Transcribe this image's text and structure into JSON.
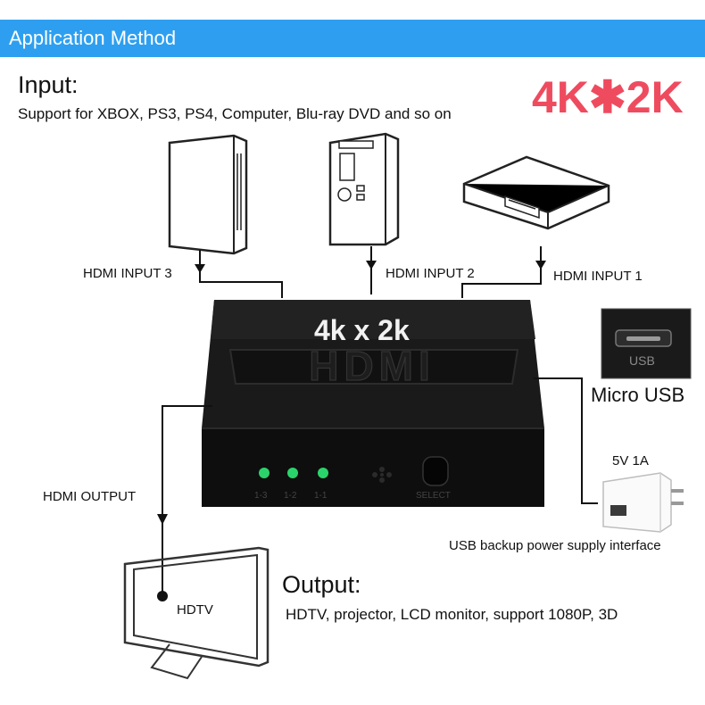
{
  "header": {
    "title": "Application Method"
  },
  "input": {
    "heading": "Input:",
    "description": "Support for XBOX, PS3, PS4, Computer, Blu-ray DVD and so on",
    "ports": [
      "HDMI INPUT 3",
      "HDMI INPUT 2",
      "HDMI INPUT 1"
    ]
  },
  "badge": "4K\u00002K",
  "badge_text": "4K✱2K",
  "device": {
    "top_label": "4k x 2k",
    "logo": "HDMI",
    "led_labels": [
      "1-3",
      "1-2",
      "1-1"
    ],
    "button_label": "SELECT"
  },
  "output": {
    "port_label": "HDMI OUTPUT",
    "tv_label": "HDTV",
    "heading": "Output:",
    "description": "HDTV, projector, LCD monitor, support 1080P, 3D"
  },
  "power": {
    "usb_label": "Micro USB",
    "port_text": "USB",
    "adapter_label": "5V 1A",
    "supply_label": "USB backup power supply interface"
  },
  "colors": {
    "banner": "#2e9ff0",
    "accent": "#ef4b5f",
    "led": "#2bd46a",
    "device": "#121212"
  }
}
